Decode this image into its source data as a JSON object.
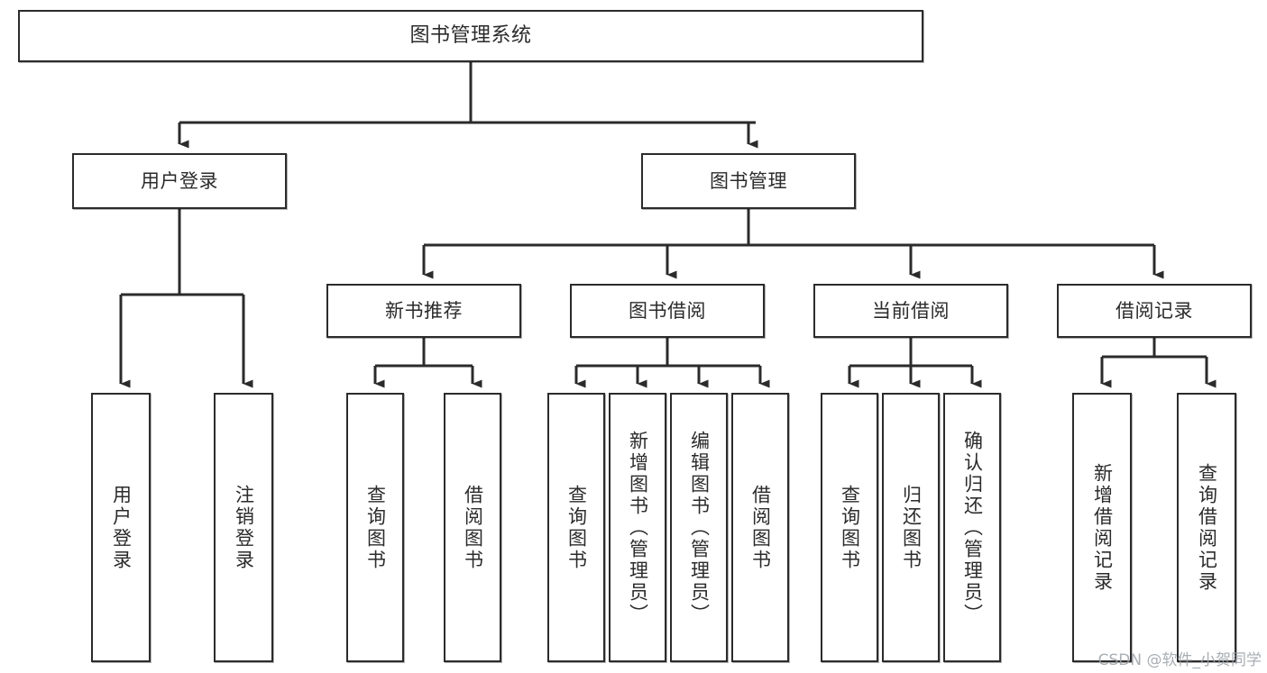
{
  "diagram": {
    "title": "图书管理系统",
    "type": "tree",
    "watermark": "CSDN @软件_小贺同学",
    "colors": {
      "border": "#2b2b2b",
      "background": "#ffffff",
      "text": "#2b2b2b",
      "watermark": "#9aa0a6"
    },
    "nodes": {
      "root": {
        "label": "图书管理系统"
      },
      "level2": [
        {
          "label": "用户登录"
        },
        {
          "label": "图书管理"
        }
      ],
      "level3": [
        {
          "label": "新书推荐"
        },
        {
          "label": "图书借阅"
        },
        {
          "label": "当前借阅"
        },
        {
          "label": "借阅记录"
        }
      ],
      "leaves": {
        "user_login": [
          {
            "label": "用户登录"
          },
          {
            "label": "注销登录"
          }
        ],
        "new_book": [
          {
            "label": "查询图书"
          },
          {
            "label": "借阅图书"
          }
        ],
        "book_borrow": [
          {
            "label": "查询图书"
          },
          {
            "label": "新增图书（管理员）"
          },
          {
            "label": "编辑图书（管理员）"
          },
          {
            "label": "借阅图书"
          }
        ],
        "current_borrow": [
          {
            "label": "查询图书"
          },
          {
            "label": "归还图书"
          },
          {
            "label": "确认归还（管理员）"
          }
        ],
        "borrow_record": [
          {
            "label": "新增借阅记录"
          },
          {
            "label": "查询借阅记录"
          }
        ]
      }
    }
  }
}
